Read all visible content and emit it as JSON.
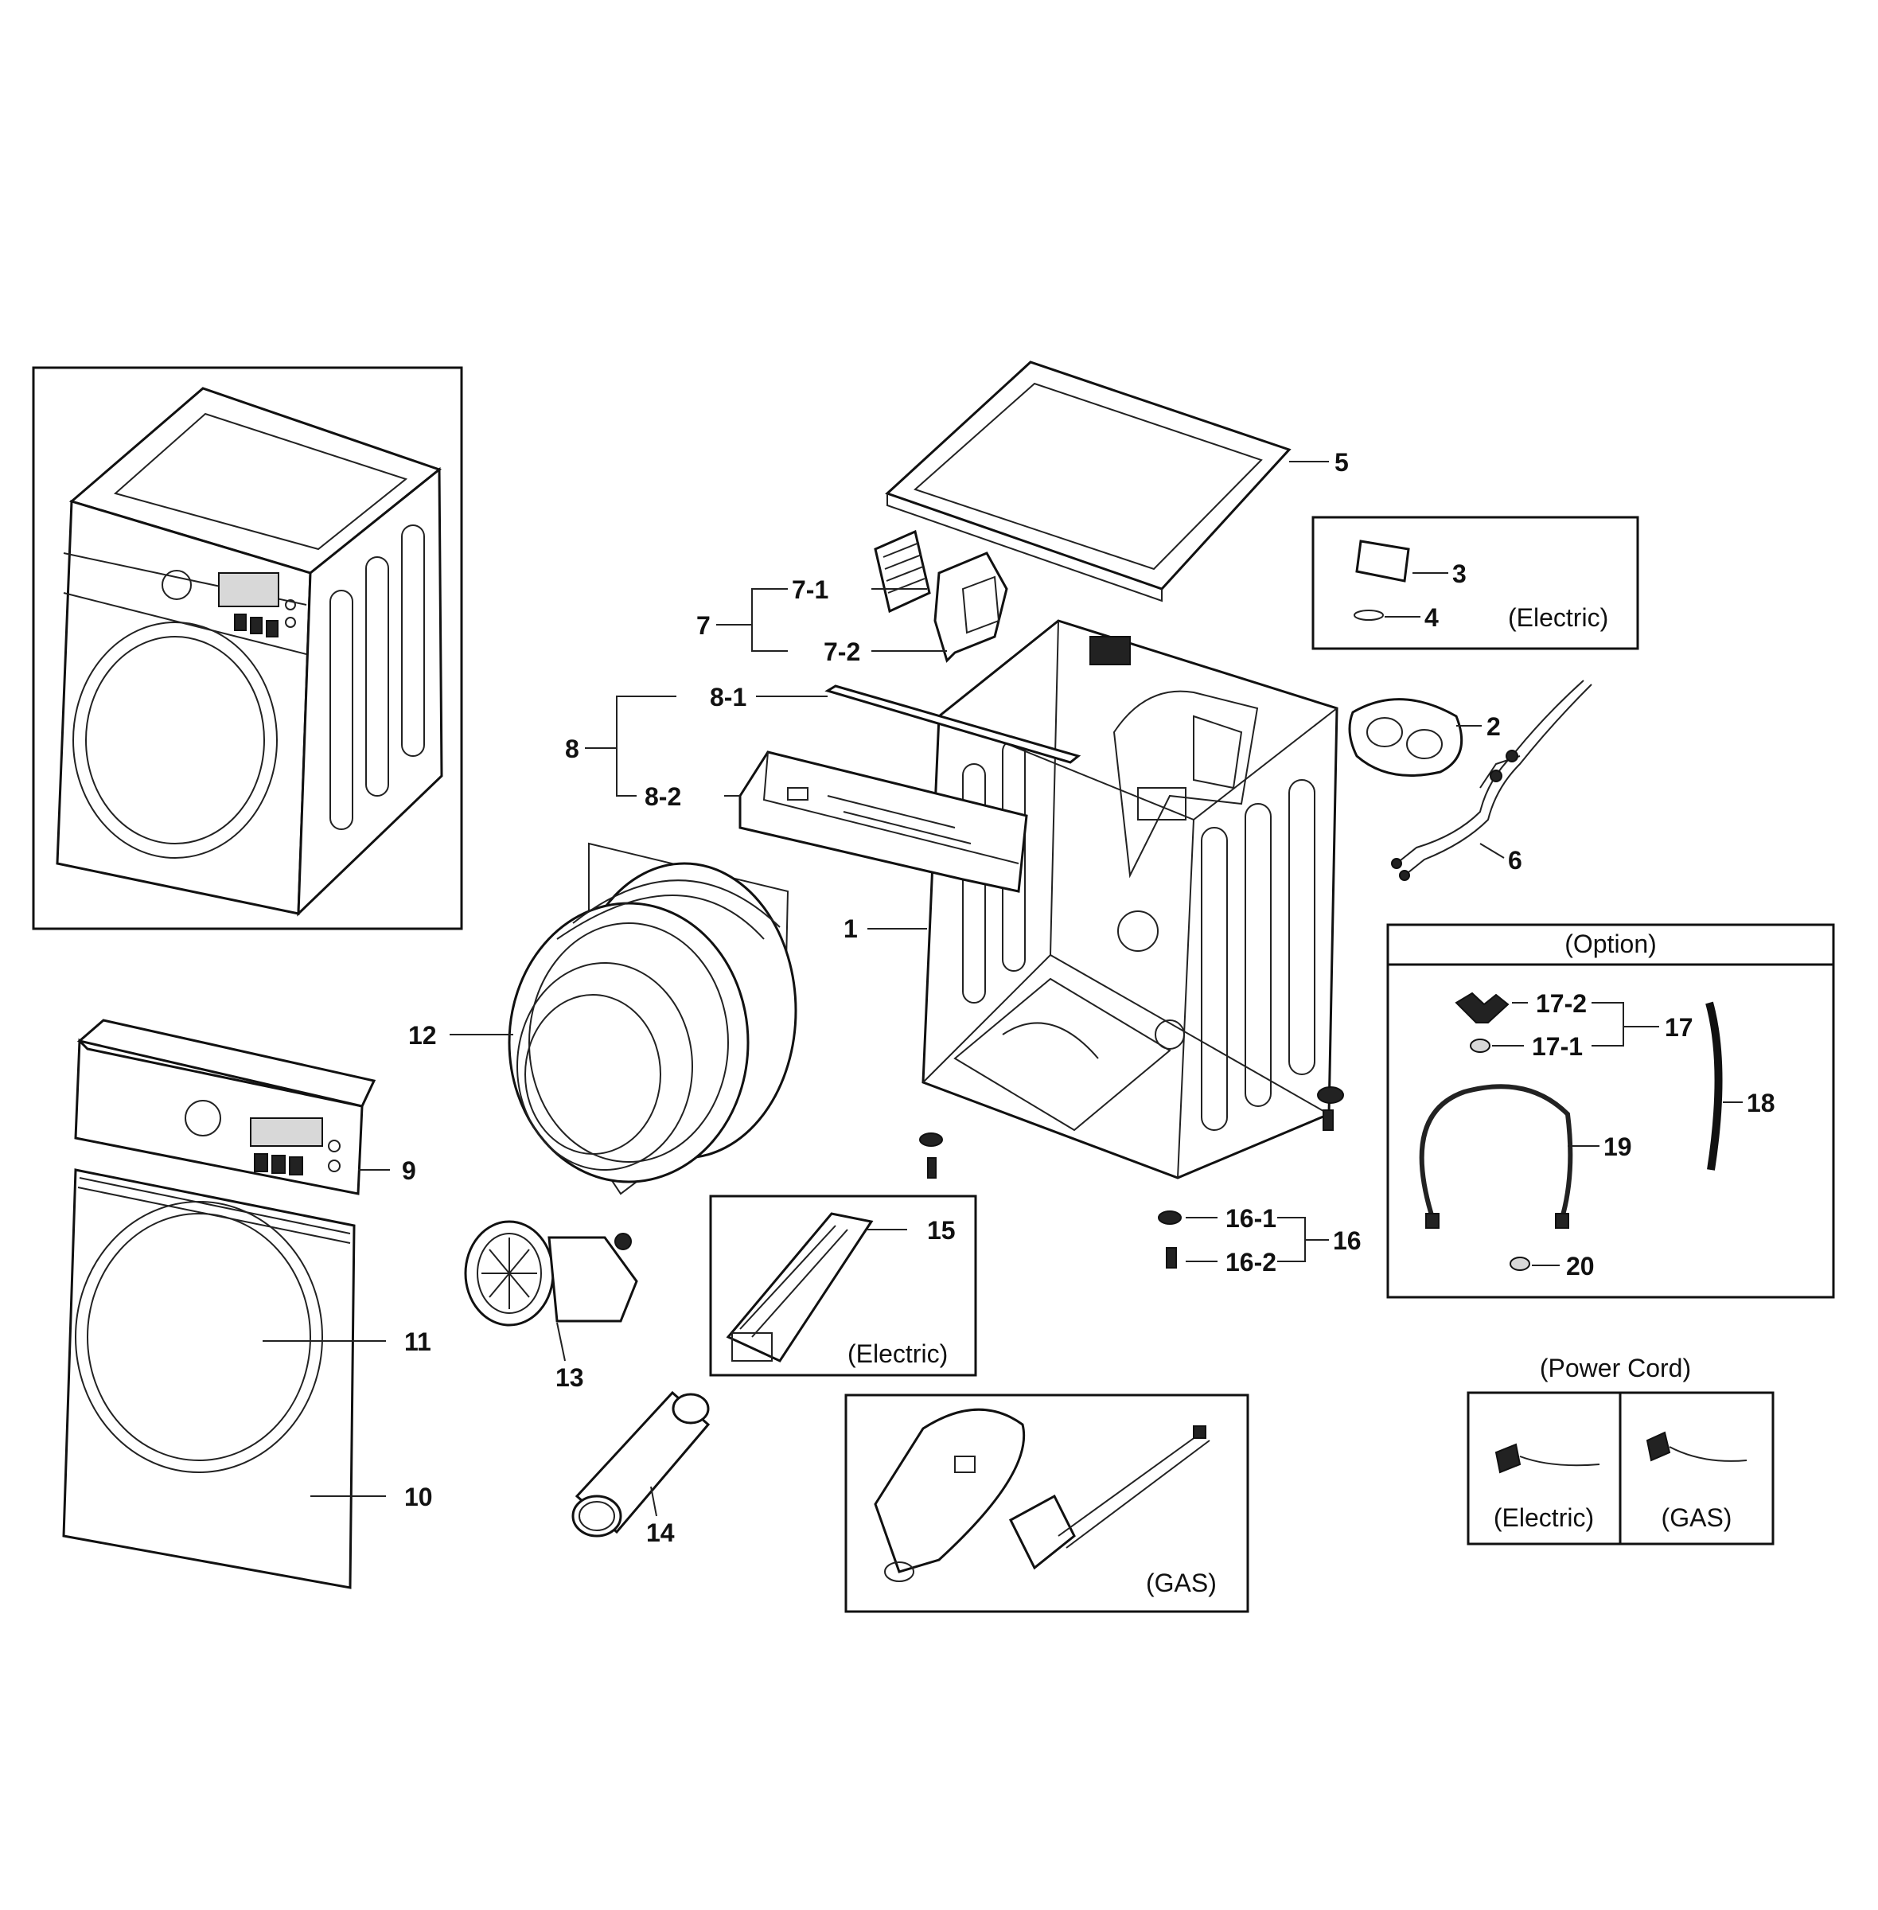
{
  "labels": {
    "p1": "1",
    "p2": "2",
    "p3": "3",
    "p4": "4",
    "p5": "5",
    "p6": "6",
    "p7": "7",
    "p7_1": "7-1",
    "p7_2": "7-2",
    "p8": "8",
    "p8_1": "8-1",
    "p8_2": "8-2",
    "p9": "9",
    "p10": "10",
    "p11": "11",
    "p12": "12",
    "p13": "13",
    "p14": "14",
    "p15": "15",
    "p16": "16",
    "p16_1": "16-1",
    "p16_2": "16-2",
    "p17": "17",
    "p17_1": "17-1",
    "p17_2": "17-2",
    "p18": "18",
    "p19": "19",
    "p20": "20"
  },
  "captions": {
    "electric_box_3_4": "(Electric)",
    "electric_box_15": "(Electric)",
    "gas_box": "(GAS)",
    "option_title": "(Option)",
    "power_cord_title": "(Power Cord)",
    "power_cord_electric": "(Electric)",
    "power_cord_gas": "(GAS)"
  },
  "icons": [
    "dryer-assembled",
    "top-panel",
    "filter-assembly",
    "cabinet-frame",
    "drum",
    "blower-fan",
    "vent-duct",
    "heater",
    "gas-burner",
    "power-cord-plug",
    "leveling-foot",
    "y-connector",
    "water-hose"
  ]
}
